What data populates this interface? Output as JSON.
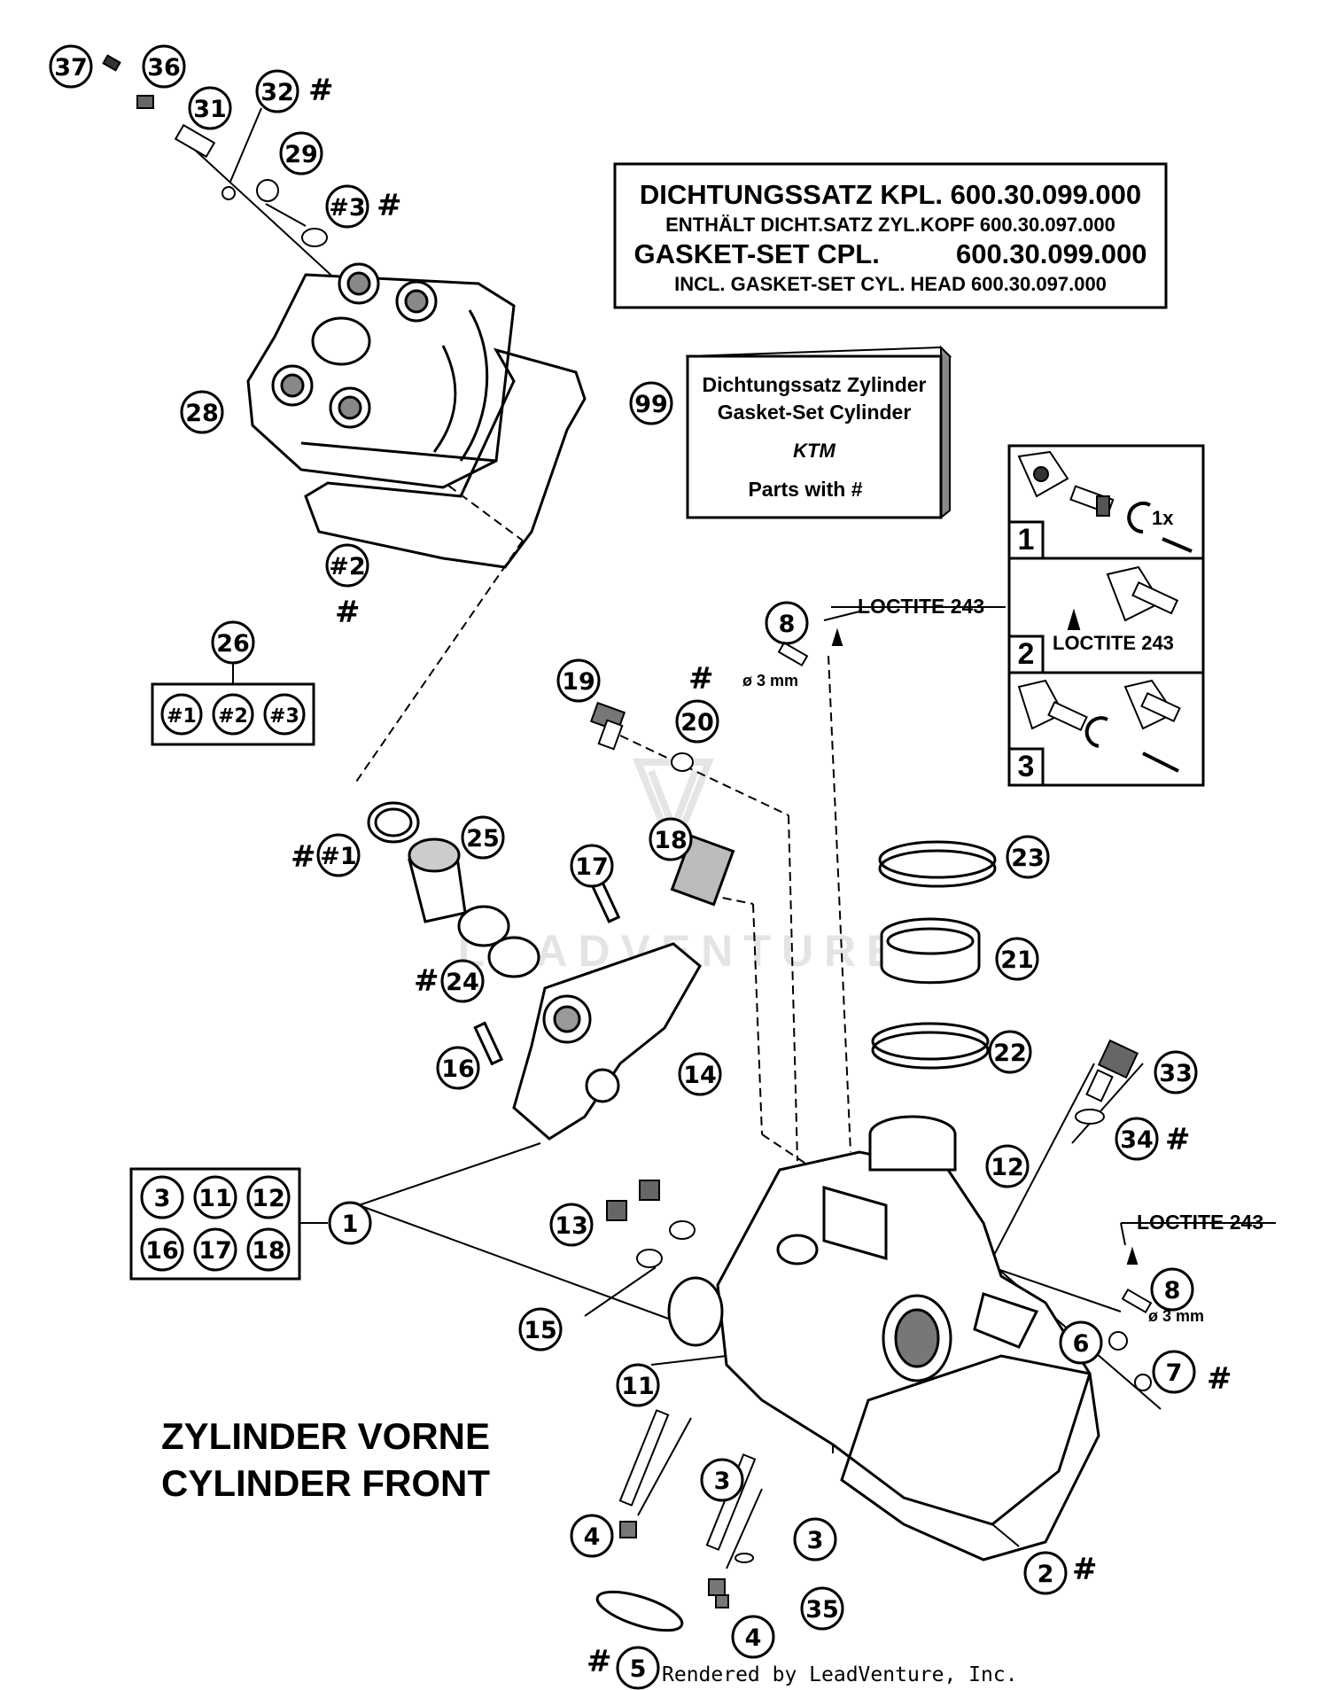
{
  "gasket_box": {
    "line1": "DICHTUNGSSATZ KPL. 600.30.099.000",
    "line2": "ENTHÄLT DICHT.SATZ ZYL.KOPF 600.30.097.000",
    "line3": "GASKET-SET CPL.          600.30.099.000",
    "line4": "INCL. GASKET-SET CYL. HEAD 600.30.097.000"
  },
  "kit_box": {
    "line1": "Dichtungssatz Zylinder",
    "line2": "Gasket-Set Cylinder",
    "line3": "Parts with #",
    "logo": "KTM",
    "callout": "99"
  },
  "steps": [
    {
      "number": "1",
      "note": "1x"
    },
    {
      "number": "2",
      "note": "LOCTITE 243"
    },
    {
      "number": "3",
      "note": ""
    }
  ],
  "labels": {
    "loctite_top": "LOCTITE 243",
    "loctite_right": "LOCTITE 243",
    "dia_top": "ø 3 mm",
    "dia_right": "ø 3 mm",
    "title_de": "ZYLINDER VORNE",
    "title_en": "CYLINDER FRONT",
    "footer": "Rendered by LeadVenture, Inc.",
    "watermark": "LEADVENTURE"
  },
  "group_26": {
    "callout": "26",
    "items": [
      "#1",
      "#2",
      "#3"
    ]
  },
  "group_1": {
    "callout": "1",
    "items": [
      "3",
      "11",
      "12",
      "16",
      "17",
      "18"
    ]
  },
  "callouts": [
    {
      "id": "37",
      "text": "37"
    },
    {
      "id": "36",
      "text": "36"
    },
    {
      "id": "31",
      "text": "31"
    },
    {
      "id": "32",
      "text": "32"
    },
    {
      "id": "29",
      "text": "29"
    },
    {
      "id": "h3",
      "text": "#3"
    },
    {
      "id": "28",
      "text": "28"
    },
    {
      "id": "h2",
      "text": "#2"
    },
    {
      "id": "8a",
      "text": "8"
    },
    {
      "id": "19",
      "text": "19"
    },
    {
      "id": "20",
      "text": "20"
    },
    {
      "id": "h1",
      "text": "#1"
    },
    {
      "id": "25",
      "text": "25"
    },
    {
      "id": "18",
      "text": "18"
    },
    {
      "id": "17",
      "text": "17"
    },
    {
      "id": "23",
      "text": "23"
    },
    {
      "id": "21",
      "text": "21"
    },
    {
      "id": "24",
      "text": "24"
    },
    {
      "id": "22",
      "text": "22"
    },
    {
      "id": "16",
      "text": "16"
    },
    {
      "id": "14",
      "text": "14"
    },
    {
      "id": "33",
      "text": "33"
    },
    {
      "id": "34",
      "text": "34"
    },
    {
      "id": "12",
      "text": "12"
    },
    {
      "id": "13",
      "text": "13"
    },
    {
      "id": "8b",
      "text": "8"
    },
    {
      "id": "15",
      "text": "15"
    },
    {
      "id": "6",
      "text": "6"
    },
    {
      "id": "7",
      "text": "7"
    },
    {
      "id": "11",
      "text": "11"
    },
    {
      "id": "3a",
      "text": "3"
    },
    {
      "id": "3b",
      "text": "3"
    },
    {
      "id": "4a",
      "text": "4"
    },
    {
      "id": "2",
      "text": "2"
    },
    {
      "id": "35",
      "text": "35"
    },
    {
      "id": "4b",
      "text": "4"
    },
    {
      "id": "5",
      "text": "5"
    }
  ],
  "hash": "#"
}
